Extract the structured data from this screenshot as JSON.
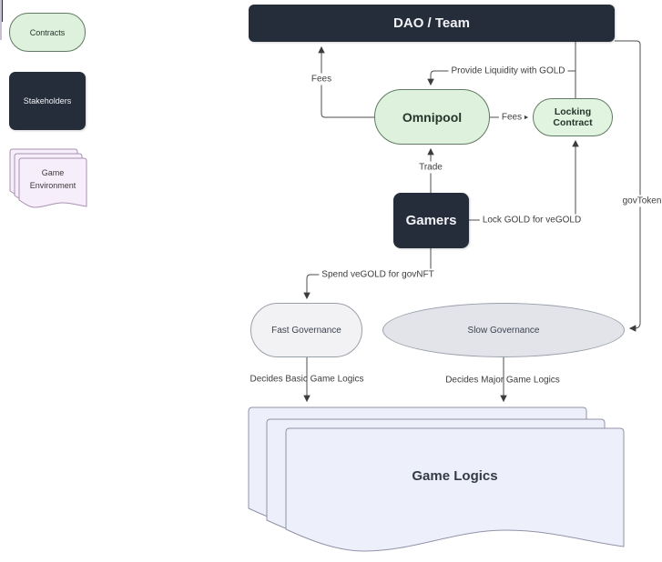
{
  "legend": {
    "contracts": "Contracts",
    "stakeholders": "Stakeholders",
    "game_environment": "Game Environment"
  },
  "nodes": {
    "dao": "DAO / Team",
    "omnipool": "Omnipool",
    "locking_contract": "Locking Contract",
    "gamers": "Gamers",
    "fast_governance": "Fast Governance",
    "slow_governance": "Slow Governance",
    "game_logics": "Game Logics"
  },
  "edges": {
    "fees_to_dao": "Fees",
    "provide_liquidity": "Provide Liquidity with GOLD",
    "trade": "Trade",
    "fees_to_locking": "Fees",
    "lock_gold": "Lock GOLD for veGOLD",
    "spend_vegold": "Spend veGOLD for govNFT",
    "gov_token": "govToken",
    "decides_basic": "Decides Basic Game Logics",
    "decides_major": "Decides Major Game Logics"
  },
  "colors": {
    "contract_fill": "#ddf1dc",
    "contract_border": "#617a61",
    "stakeholder_fill": "#252d3b",
    "game_env_fill": "#f6eefa",
    "game_logics_fill": "#edeffa",
    "fast_fill": "#f2f2f5",
    "slow_fill": "#e3e4e9",
    "connector_line": "#4d4d4d"
  }
}
